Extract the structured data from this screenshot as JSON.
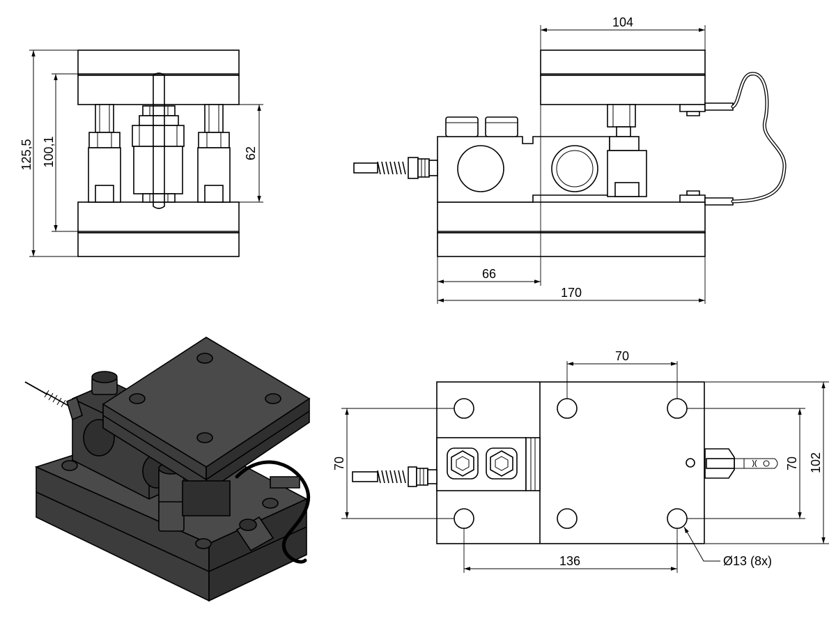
{
  "dimensions": {
    "front_total_height": "125,5",
    "front_inner_height": "100,1",
    "front_column_height": "62",
    "side_top_plate_width": "104",
    "side_offset": "66",
    "side_total_length": "170",
    "plan_top_hole_spacing": "70",
    "plan_left_hole_spacing": "70",
    "plan_right_hole_spacing": "70",
    "plan_total_width": "102",
    "plan_hole_span_length": "136",
    "plan_hole_callout": "Ø13 (8x)"
  },
  "colors": {
    "line": "#000000",
    "background": "#ffffff",
    "iso_face_top": "#4a4a4a",
    "iso_face_side": "#3c3c3c",
    "iso_face_dark": "#2f2f2f"
  },
  "icons": {
    "diameter_symbol": "diameter-symbol-icon"
  }
}
